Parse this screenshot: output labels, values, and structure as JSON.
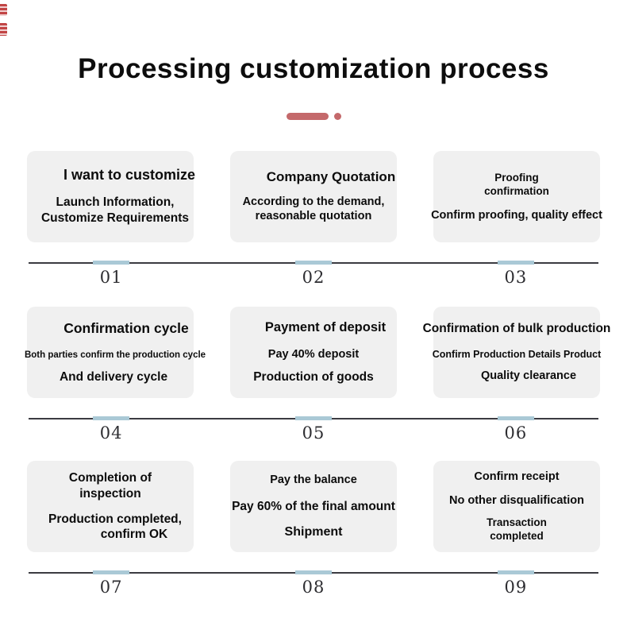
{
  "page": {
    "title": "Processing customization process",
    "accent_color": "#c4696b",
    "corner_mark_color": "#c24545",
    "card_bg": "#f0f0f0",
    "rule_color": "#3b3b41",
    "tick_color": "#aac9d6",
    "number_color": "#2d2d31"
  },
  "steps": [
    {
      "number": "01",
      "lines": [
        "I want to customize",
        "Launch Information,",
        "Customize Requirements"
      ]
    },
    {
      "number": "02",
      "lines": [
        "Company Quotation",
        "According to the demand,",
        "reasonable quotation"
      ]
    },
    {
      "number": "03",
      "lines": [
        "Proofing",
        "confirmation",
        "Confirm proofing, quality effect"
      ]
    },
    {
      "number": "04",
      "lines": [
        "Confirmation cycle",
        "Both parties confirm the production cycle",
        "And delivery cycle"
      ]
    },
    {
      "number": "05",
      "lines": [
        "Payment of deposit",
        "Pay 40% deposit",
        "Production of goods"
      ]
    },
    {
      "number": "06",
      "lines": [
        "Confirmation of bulk production",
        "Confirm Production Details Product",
        "Quality clearance"
      ]
    },
    {
      "number": "07",
      "lines": [
        "Completion of",
        "inspection",
        "Production completed,",
        "confirm OK"
      ]
    },
    {
      "number": "08",
      "lines": [
        "Pay the balance",
        "Pay 60% of the final amount",
        "Shipment"
      ]
    },
    {
      "number": "09",
      "lines": [
        "Confirm receipt",
        "No other disqualification",
        "Transaction",
        "completed"
      ]
    }
  ]
}
